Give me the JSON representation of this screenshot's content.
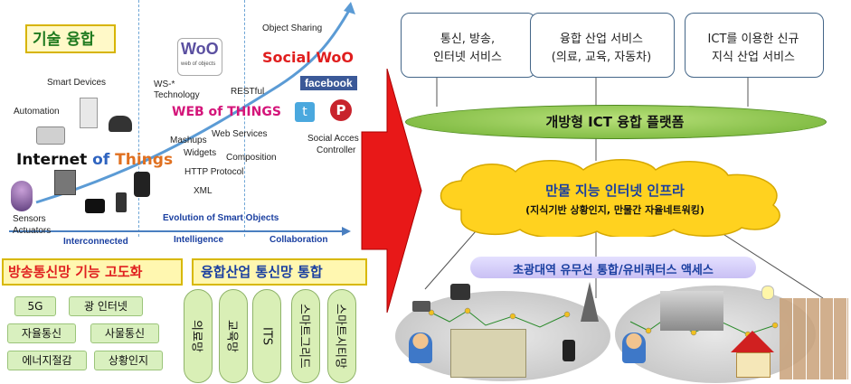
{
  "left_panel": {
    "tech_convergence": "기술 융합",
    "smart_devices": "Smart Devices",
    "automation": "Automation",
    "iot_main": "Internet",
    "iot_of": "of",
    "iot_things": "Things",
    "sensors": "Sensors",
    "actuators": "Actuators",
    "woo_logo": "WoO",
    "woo_sub": "web of objects",
    "ws_tech": "WS-* Technology",
    "restful": "RESTful",
    "wot_logo": "WEB of THINGS",
    "mashups": "Mashups",
    "web_services": "Web Services",
    "widgets": "Widgets",
    "composition": "Composition",
    "http": "HTTP Protocol",
    "xml": "XML",
    "object_sharing": "Object Sharing",
    "social_woo": "Social WoO",
    "facebook": "facebook",
    "social_access": "Social Acces",
    "controller": "Controller",
    "evolution": "Evolution of Smart Objects",
    "interconnected": "Interconnected",
    "intelligence": "Intelligence",
    "collaboration": "Collaboration"
  },
  "bottom_left": {
    "broadcast_title": "방송통신망 기능 고도화",
    "industry_title": "융합산업 통신망 통합",
    "pills": [
      "5G",
      "광 인터넷",
      "자율통신",
      "사물통신",
      "에너지절감",
      "상황인지"
    ],
    "nets": [
      "의료망",
      "교육망",
      "ITS",
      "스마트그리드",
      "스마트시티망"
    ]
  },
  "right_panel": {
    "services": [
      "통신, 방송,\n인터넷 서비스",
      "융합 산업 서비스\n(의료, 교육, 자동차)",
      "ICT를 이용한 신규\n지식 산업 서비스"
    ],
    "platform": "개방형 ICT 융합 플랫폼",
    "cloud_title": "만물 지능 인터넷 인프라",
    "cloud_sub": "(지식기반 상황인지, 만물간 자율네트워킹)",
    "access": "초광대역 유무선 통합/유비쿼터스 액세스"
  },
  "colors": {
    "green_text": "#1f7a1f",
    "red": "#e02020",
    "blue": "#1a3fa0",
    "platform_green": "#7fc241",
    "cloud_yellow": "#ffd21f"
  }
}
